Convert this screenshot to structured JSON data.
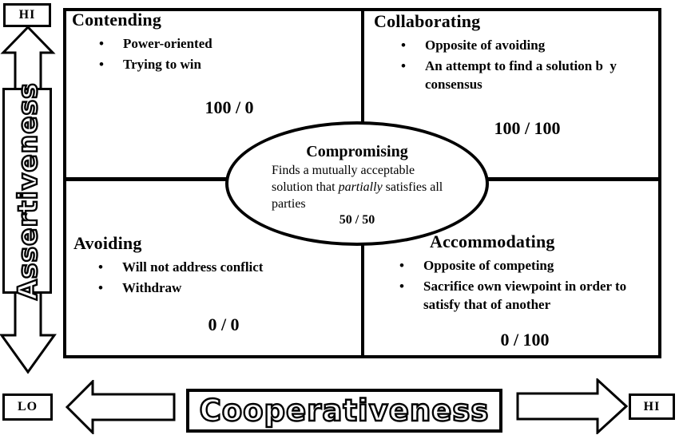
{
  "figure": {
    "ink": "#000000",
    "paper": "#ffffff"
  },
  "bullet_glyph": "•",
  "axis_vertical": {
    "label": "Assertiveness",
    "top_cap": "HI",
    "bottom_cap": "LO"
  },
  "axis_horizontal": {
    "label": "Cooperativeness",
    "left_cap": "LO",
    "right_cap": "HI"
  },
  "quadrants": {
    "top_left": {
      "title": "Contending",
      "bullets": [
        "Power-oriented",
        "Trying to win"
      ],
      "score": "100 / 0"
    },
    "top_right": {
      "title": "Collaborating",
      "bullets": [
        "Opposite of avoiding",
        "An attempt to find a solution b  y consensus"
      ],
      "score": "100 / 100"
    },
    "bottom_left": {
      "title": "Avoiding",
      "bullets": [
        "Will not address conflict",
        "Withdraw"
      ],
      "score": "0 / 0"
    },
    "bottom_right": {
      "title": "Accommodating",
      "bullets": [
        "Opposite of competing",
        "Sacrifice own viewpoint in order to satisfy that of another"
      ],
      "score": "0 / 100"
    }
  },
  "center_ellipse": {
    "title": "Compromising",
    "desc_before_italic": "Finds a mutually acceptable solution that ",
    "desc_italic": "partially",
    "desc_after_italic": " satisfies all parties",
    "score": "50 / 50"
  }
}
